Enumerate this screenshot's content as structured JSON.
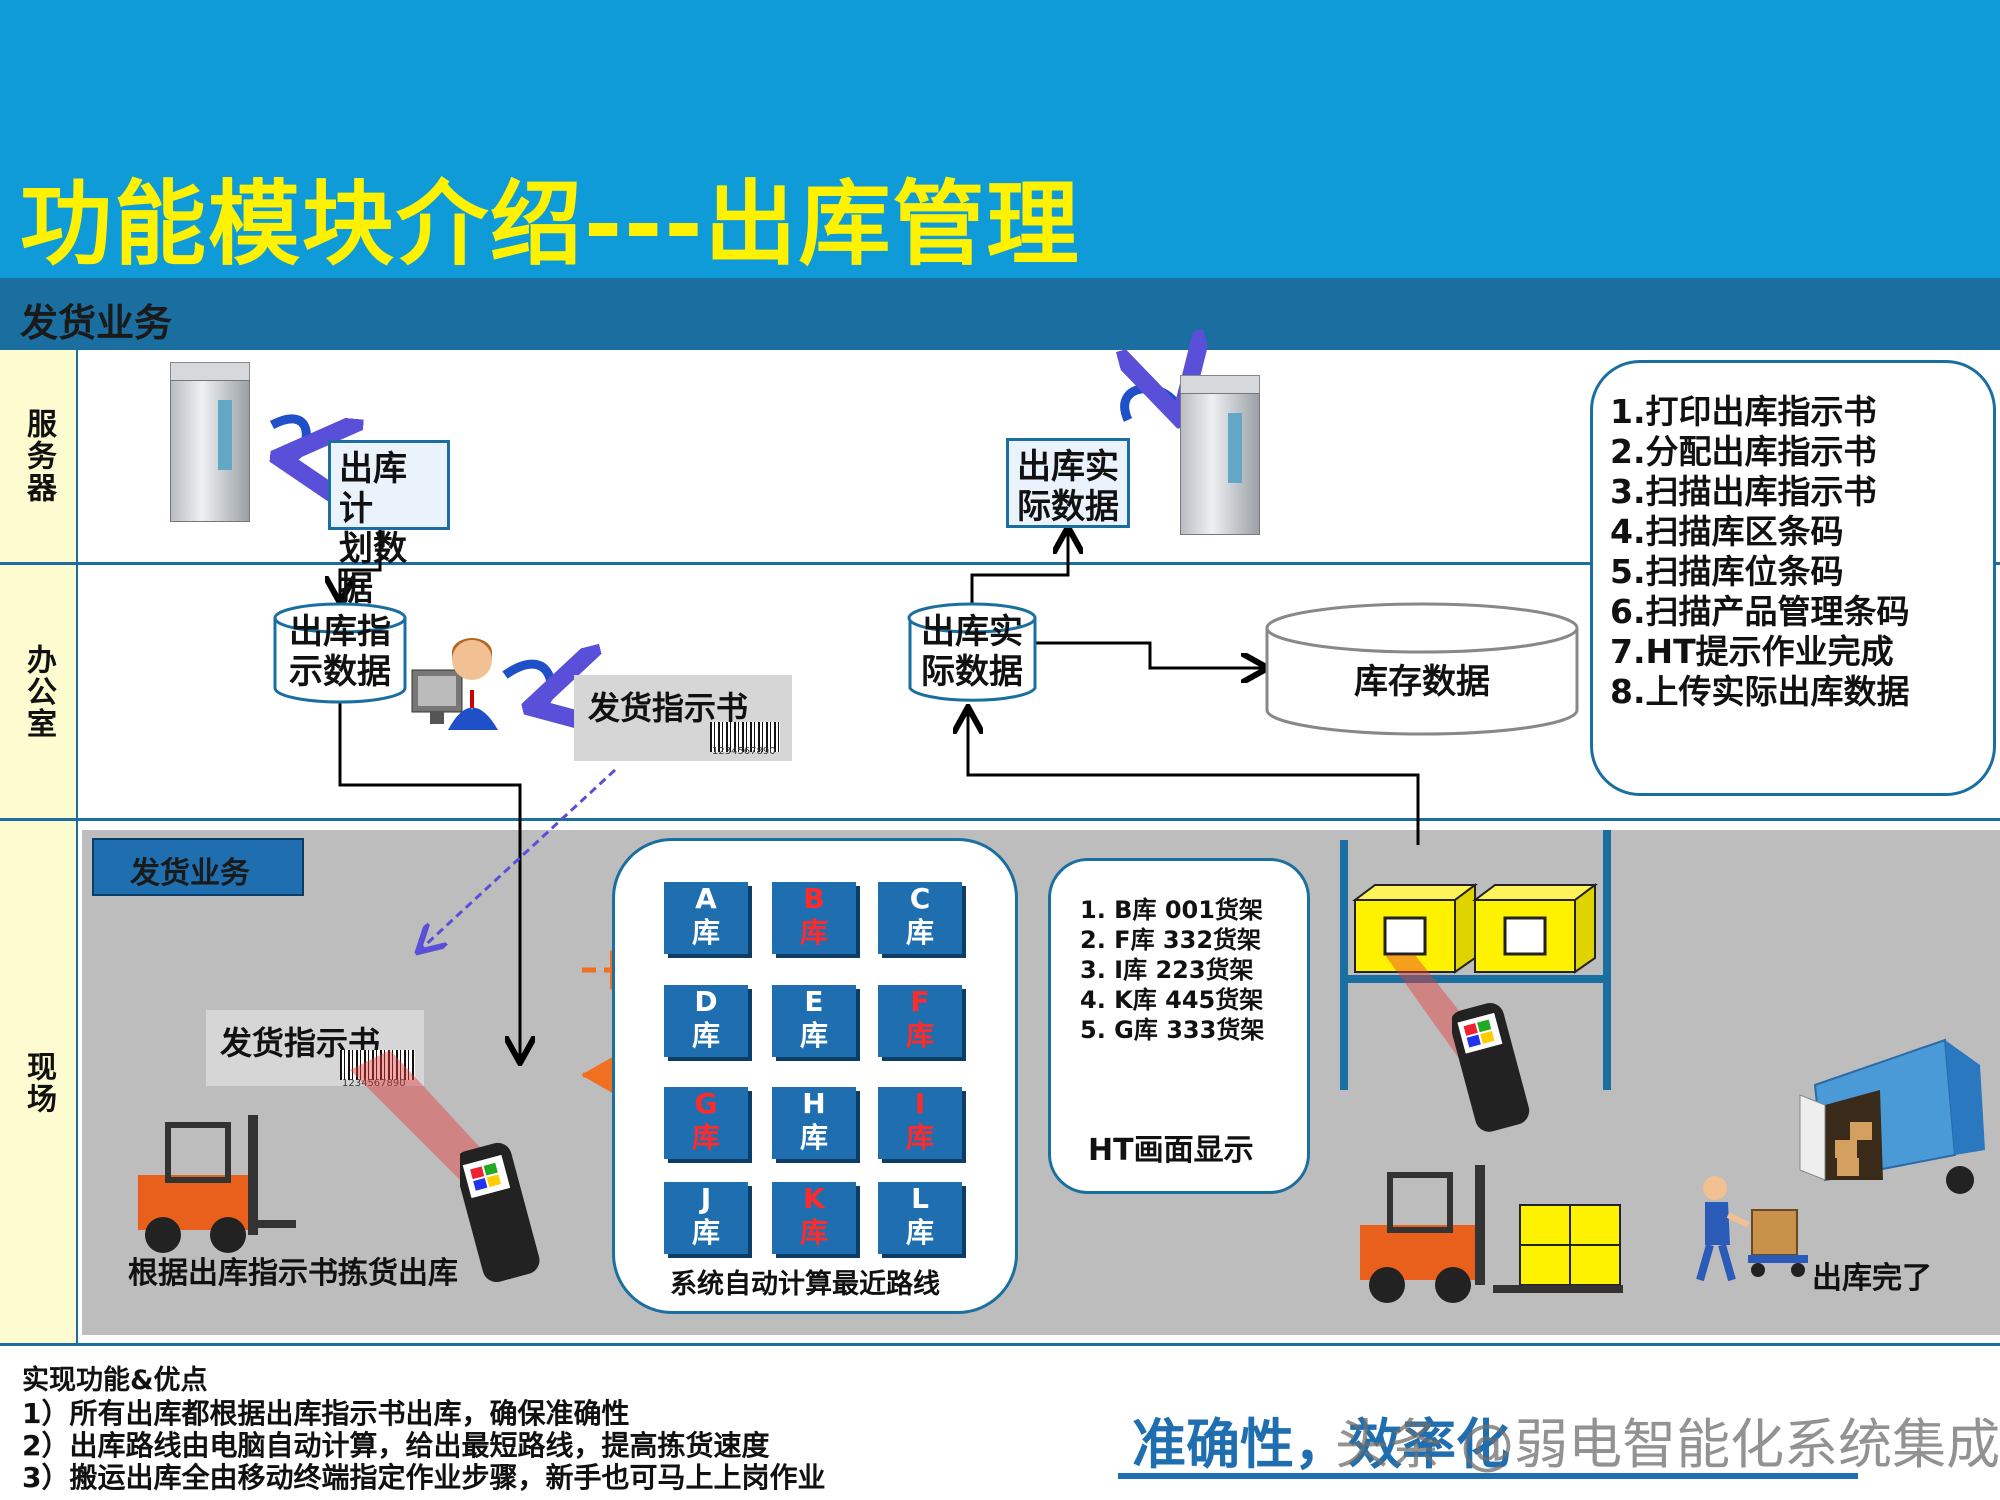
{
  "header": {
    "title": "功能模块介绍---出库管理"
  },
  "subheader": {
    "title": "发货业务"
  },
  "lanes": {
    "server": "服务器",
    "office": "办公室",
    "site": "现场"
  },
  "server_lane": {
    "plan_data_doc": [
      "出库计",
      "划数据"
    ],
    "actual_data_doc": [
      "出库实",
      "际数据"
    ]
  },
  "office_lane": {
    "instruction_db": [
      "出库指",
      "示数据"
    ],
    "actual_db": [
      "出库实",
      "际数据"
    ],
    "inventory_db": "库存数据",
    "delivery_doc": "发货指示书",
    "barcode_number": "1234567890"
  },
  "steps": [
    "1.打印出库指示书",
    "2.分配出库指示书",
    "3.扫描出库指示书",
    "4.扫描库区条码",
    "5.扫描库位条码",
    "6.扫描产品管理条码",
    "7.HT提示作业完成",
    "8.上传实际出库数据"
  ],
  "site_lane": {
    "tag": "发货业务",
    "delivery_doc": "发货指示书",
    "barcode_number": "1234567890",
    "pick_caption": "根据出库指示书拣货出库",
    "route_caption": "系统自动计算最近路线",
    "warehouses": [
      {
        "letter": "A",
        "suffix": "库",
        "highlight": false
      },
      {
        "letter": "B",
        "suffix": "库",
        "highlight": true
      },
      {
        "letter": "C",
        "suffix": "库",
        "highlight": false
      },
      {
        "letter": "D",
        "suffix": "库",
        "highlight": false
      },
      {
        "letter": "E",
        "suffix": "库",
        "highlight": false
      },
      {
        "letter": "F",
        "suffix": "库",
        "highlight": true
      },
      {
        "letter": "G",
        "suffix": "库",
        "highlight": true
      },
      {
        "letter": "H",
        "suffix": "库",
        "highlight": false
      },
      {
        "letter": "I",
        "suffix": "库",
        "highlight": true
      },
      {
        "letter": "J",
        "suffix": "库",
        "highlight": false
      },
      {
        "letter": "K",
        "suffix": "库",
        "highlight": true
      },
      {
        "letter": "L",
        "suffix": "库",
        "highlight": false
      }
    ],
    "ht_list": [
      "1. B库 001货架",
      "2. F库 332货架",
      "3. I库  223货架",
      "4. K库 445货架",
      "5. G库 333货架"
    ],
    "ht_caption": "HT画面显示",
    "done_caption": "出库完了"
  },
  "footer": {
    "heading": "实现功能&优点",
    "points": [
      "1）所有出库都根据出库指示书出库，确保准确性",
      "2）出库路线由电脑自动计算，给出最短路线，提高拣货速度",
      "3）搬运出库全由移动终端指定作业步骤，新手也可马上上岗作业"
    ],
    "conclusion": "准确性，效率化",
    "watermark": "头条 @弱电智能化系统集成"
  },
  "colors": {
    "header_bg": "#0e9bd8",
    "title": "#fff200",
    "band": "#1b6fa0",
    "accent_blue": "#1f6fb0",
    "route_orange": "#f07020",
    "highlight_red": "#ff2a2a",
    "site_bg": "#bdbdbd"
  },
  "icons": [
    "server-icon",
    "refresh-arrow-icon",
    "operator-computer-icon",
    "handheld-scanner-icon",
    "forklift-icon",
    "shelf-box-icon",
    "delivery-truck-icon",
    "worker-cart-icon"
  ]
}
